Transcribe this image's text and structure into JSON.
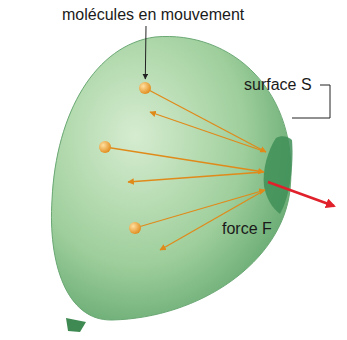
{
  "diagram": {
    "labels": [
      "molécules en mouvement",
      "surface S",
      "force F"
    ]
  }
}
